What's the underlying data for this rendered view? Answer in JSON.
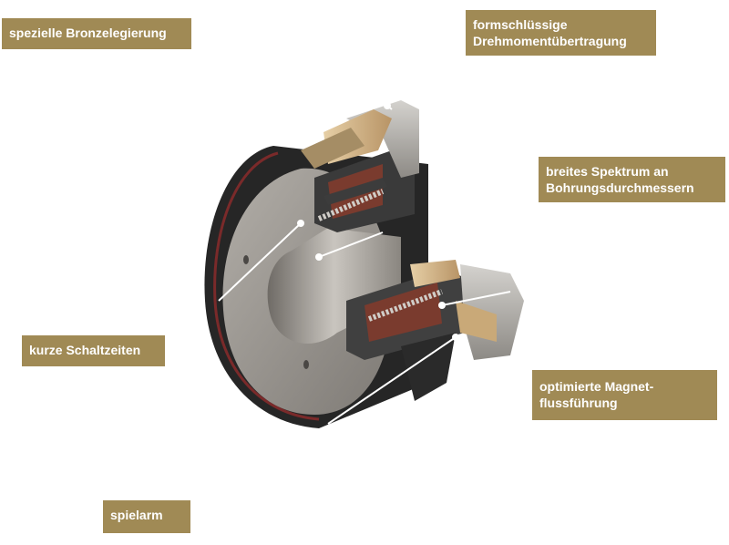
{
  "labels": {
    "bronze": "spezielle Bronzelegierung",
    "torque": [
      "formschlüssige",
      "Drehmomentübertragung"
    ],
    "bore": [
      "breites Spektrum an",
      "Bohrungsdurchmessern"
    ],
    "switching": "kurze Schaltzeiten",
    "flux": [
      "optimierte Magnet-",
      "flussführung"
    ],
    "backlash": "spielarm"
  },
  "colors": {
    "label_bg": "#a08a55",
    "label_text": "#ffffff",
    "steel": "#8f8b86",
    "dark_ring": "#2a2a2a",
    "bronze": "#d2b68c",
    "copper": "#7a3b2e",
    "spring": "#3c3c3c"
  }
}
